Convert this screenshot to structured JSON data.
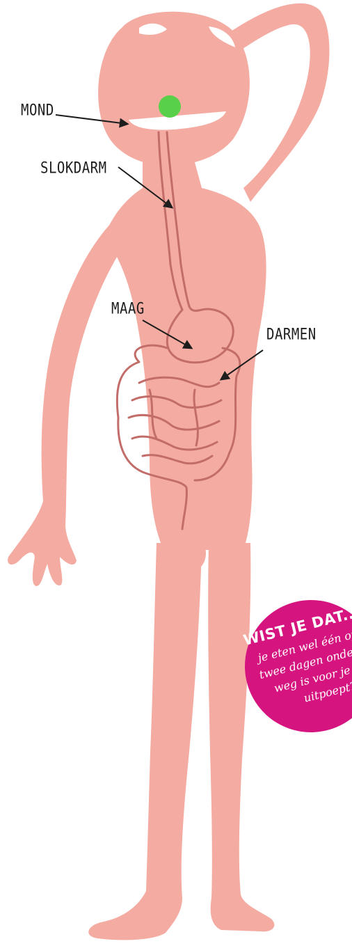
{
  "labels": {
    "mond": "MOND",
    "slokdarm": "SLOKDARM",
    "maag": "MAAG",
    "darmen": "DARMEN"
  },
  "fact_box": {
    "title": "WIST JE DAT...",
    "line1": "je eten wel één of",
    "line2": "twee dagen onder",
    "line3": "weg is voor je het",
    "line4": "uitpoept?"
  },
  "colors": {
    "skin": "#f4aba2",
    "organ_outline": "#c26d69",
    "food": "#58d04a",
    "badge": "#d6147f"
  }
}
